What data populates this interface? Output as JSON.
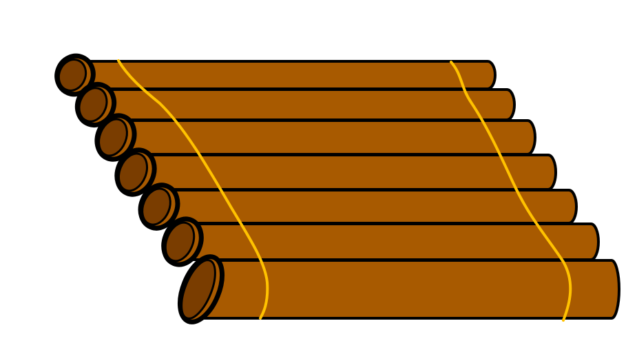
{
  "illustration": {
    "subject": "log-raft",
    "log_count": 7,
    "rope_count": 2,
    "colors": {
      "background": "#ffffff",
      "log_body": "#a85a00",
      "log_end": "#7a3d00",
      "outline": "#000000",
      "rope": "#ffc200"
    }
  }
}
